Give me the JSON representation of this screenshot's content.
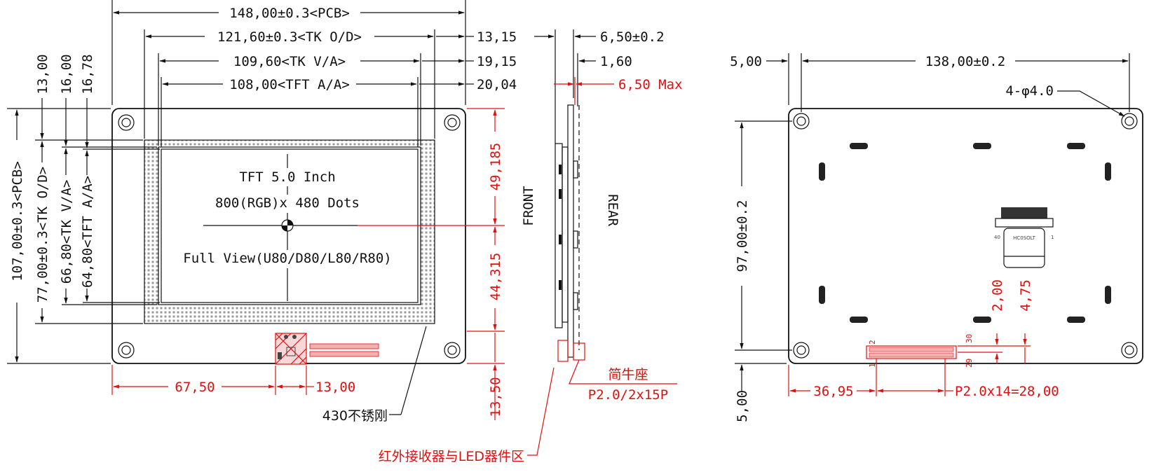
{
  "front_view": {
    "dims": {
      "pcb_width": "148,00±0.3<PCB>",
      "tk_od_width": "121,60±0.3<TK O/D>",
      "tk_va_width": "109,60<TK V/A>",
      "tft_aa_width": "108,00<TFT A/A>",
      "right_13_15": "13,15",
      "right_19_15": "19,15",
      "right_20_04": "20,04",
      "top_13_00": "13,00",
      "top_16_00": "16,00",
      "top_16_78": "16,78",
      "pcb_height": "107,00±0.3<PCB>",
      "tk_od_height": "77,00±0.3<TK O/D>",
      "tk_va_height": "66,80<TK V/A>",
      "tft_aa_height": "64,80<TFT A/A>",
      "right_49_185": "49,185",
      "right_44_315": "44,315",
      "bottom_13_50": "13,50",
      "bottom_67_50": "67,50",
      "bottom_13_00": "13,00"
    },
    "screen_line1": "TFT 5.0 Inch",
    "screen_line2": "800(RGB)x 480 Dots",
    "screen_line3": "Full View(U80/D80/L80/R80)",
    "stainless_note": "430不锈刚",
    "ir_note": "红外接收器与LED器件区"
  },
  "side_view": {
    "dim_6_50": "6,50±0.2",
    "dim_1_60": "1,60",
    "dim_max": "6,50 Max",
    "front_label": "FRONT",
    "rear_label": "REAR",
    "connector_name": "简牛座",
    "connector_spec": "P2.0/2x15P"
  },
  "rear_view": {
    "dim_5_top": "5,00",
    "dim_138": "138,00±0.2",
    "hole_note": "4-φ4.0",
    "dim_97": "97,00±0.2",
    "dim_5_bottom": "5,00",
    "dim_2_00": "2,00",
    "dim_4_75": "4,75",
    "dim_36_95": "36,95",
    "dim_pitch": "P2.0x14=28,00",
    "pin_30": "30",
    "pin_29": "29",
    "pin_2": "2",
    "pin_1": "1",
    "fpc_pin_40": "40",
    "fpc_pin_1": "1",
    "fpc_label": "HC0SOLT"
  }
}
